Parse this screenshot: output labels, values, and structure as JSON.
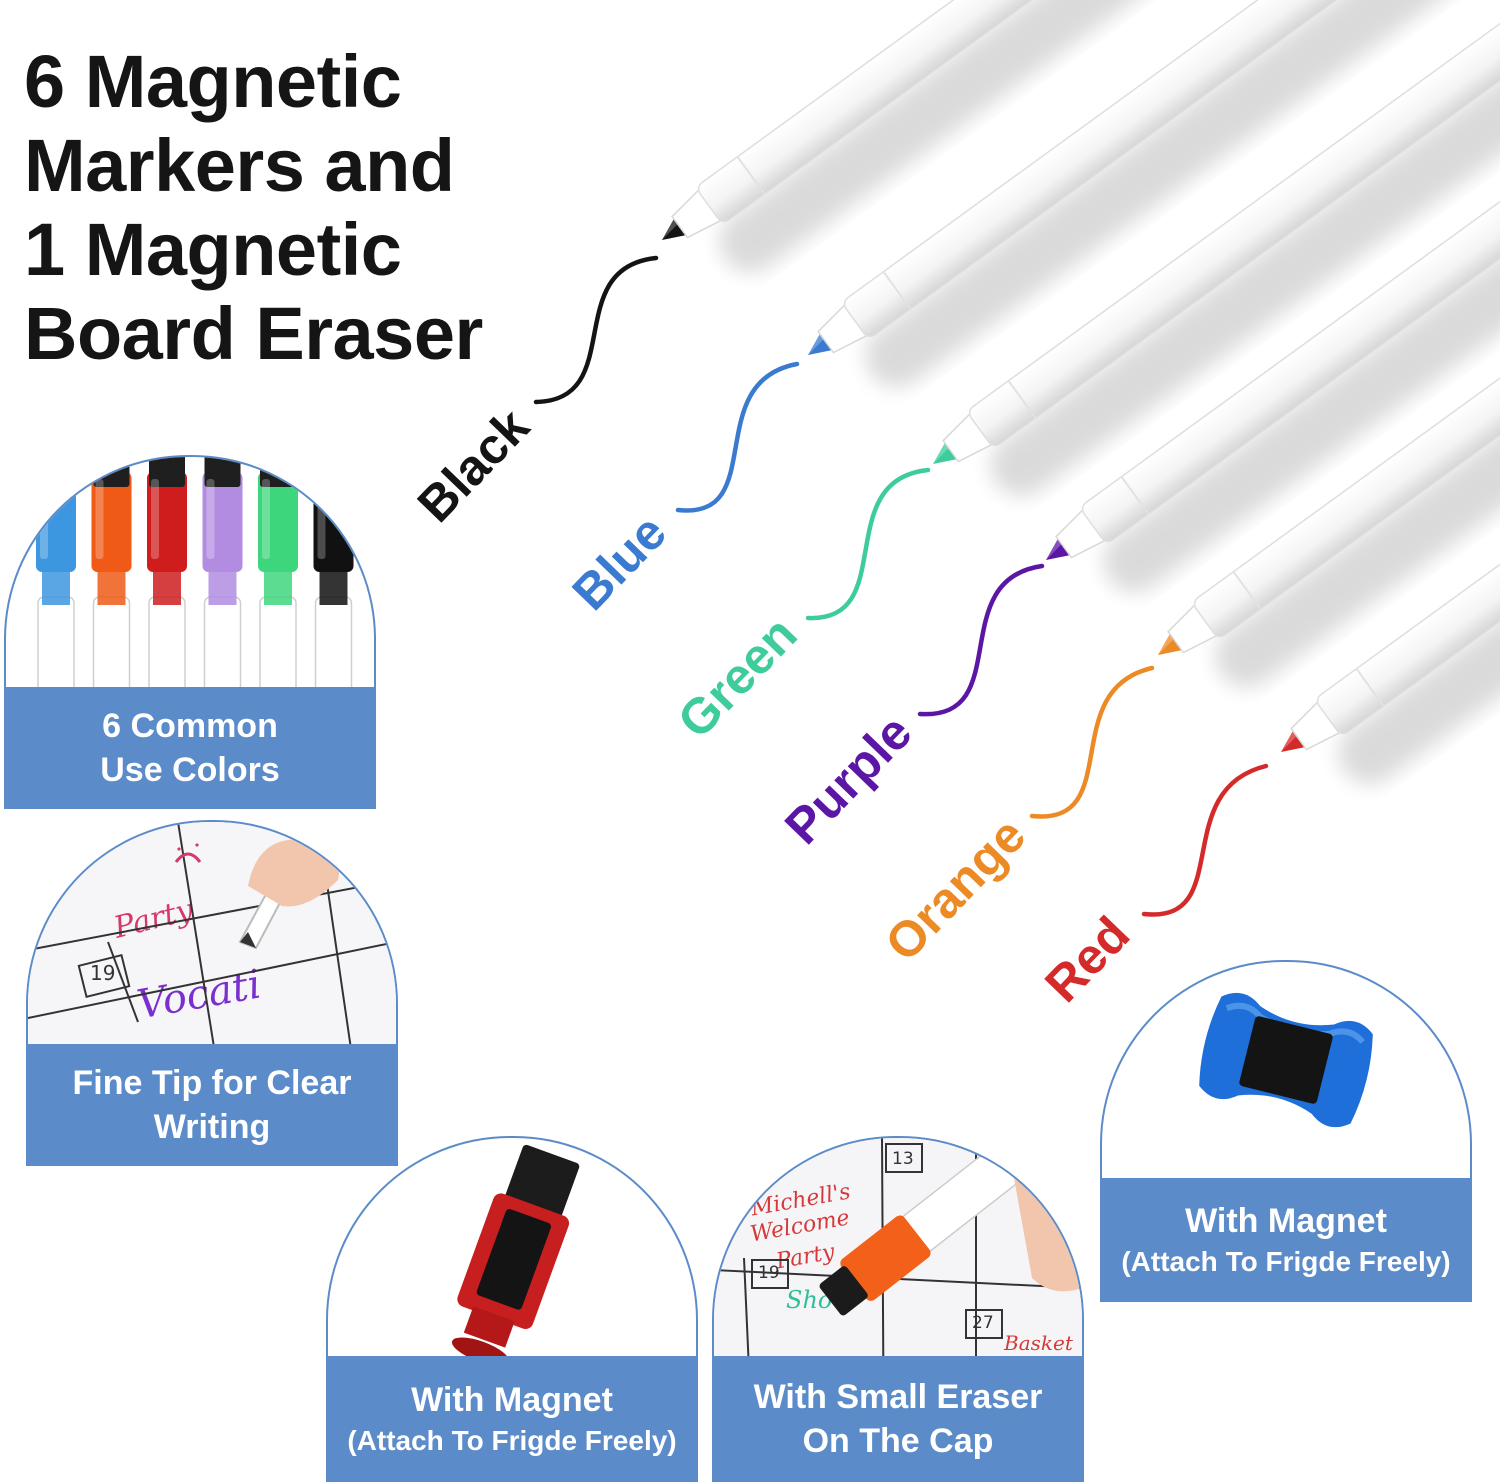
{
  "headline": {
    "lines": [
      "6 Magnetic",
      "Markers and",
      "1 Magnetic",
      "Board Eraser"
    ]
  },
  "markers": [
    {
      "label": "Black",
      "ink": "#141414"
    },
    {
      "label": "Blue",
      "ink": "#3a7bd1"
    },
    {
      "label": "Green",
      "ink": "#3dcc9a"
    },
    {
      "label": "Purple",
      "ink": "#5b16a6"
    },
    {
      "label": "Orange",
      "ink": "#ec8a26"
    },
    {
      "label": "Red",
      "ink": "#d42a2a"
    }
  ],
  "callouts": {
    "colors": {
      "line1": "6 Common",
      "line2": "Use Colors"
    },
    "fine_tip": {
      "line1": "Fine Tip for Clear",
      "line2": "Writing",
      "handwriting": [
        "Party",
        "19",
        "Vocati"
      ]
    },
    "magnet_marker": {
      "line1": "With Magnet",
      "line2": "(Attach To Frigde Freely)"
    },
    "cap_eraser": {
      "line1": "With Small Eraser",
      "line2": "On The Cap",
      "handwriting": [
        "Michell's",
        "Welcome",
        "Party",
        "13",
        "19",
        "Sho",
        "27",
        "Basket"
      ]
    },
    "magnet_eraser": {
      "line1": "With Magnet",
      "line2": "(Attach To Frigde Freely)"
    }
  },
  "cap_colors": [
    "#3d97e0",
    "#ef5a16",
    "#cf1d1d",
    "#b28ce0",
    "#3ed67c",
    "#111111"
  ],
  "colors": {
    "band": "#5b8bc9",
    "eraser": "#1e6fd9"
  }
}
